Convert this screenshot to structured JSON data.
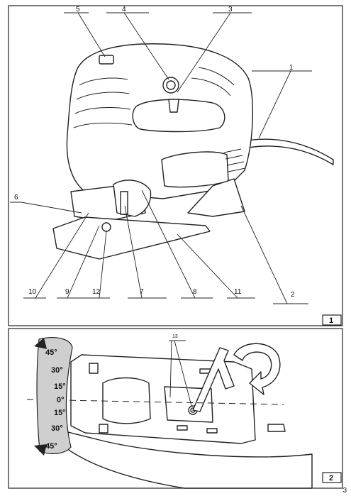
{
  "figure1": {
    "number": "1",
    "callouts": [
      "1",
      "2",
      "3",
      "4",
      "5",
      "6",
      "7",
      "8",
      "9",
      "10",
      "11",
      "12"
    ]
  },
  "figure2": {
    "number": "2",
    "callout": "13",
    "scale": [
      "45°",
      "30°",
      "15°",
      "0°",
      "15°",
      "30°",
      "45°"
    ]
  },
  "page_number": "3"
}
